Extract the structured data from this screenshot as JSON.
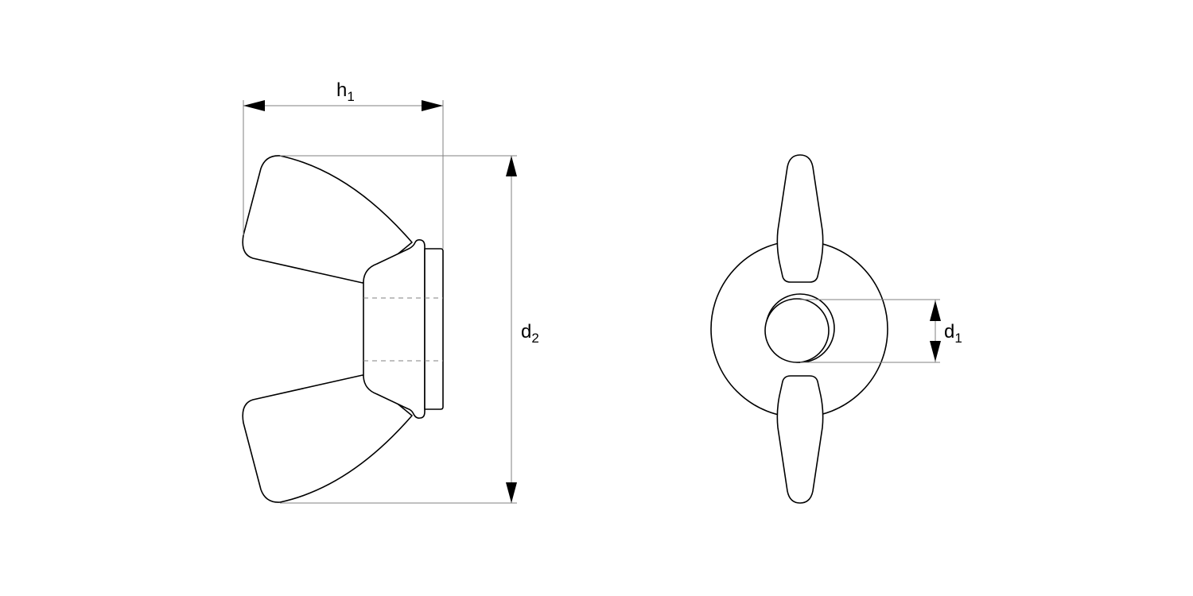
{
  "drawing": {
    "subject": "Wing nut technical drawing",
    "views": [
      "side-view",
      "front-view"
    ],
    "dimensions": {
      "h1": {
        "base": "h",
        "sub": "1"
      },
      "d2": {
        "base": "d",
        "sub": "2"
      },
      "d1": {
        "base": "d",
        "sub": "1"
      }
    },
    "colors": {
      "outline": "#000000",
      "dimension_line": "#808080",
      "background": "#ffffff"
    }
  }
}
